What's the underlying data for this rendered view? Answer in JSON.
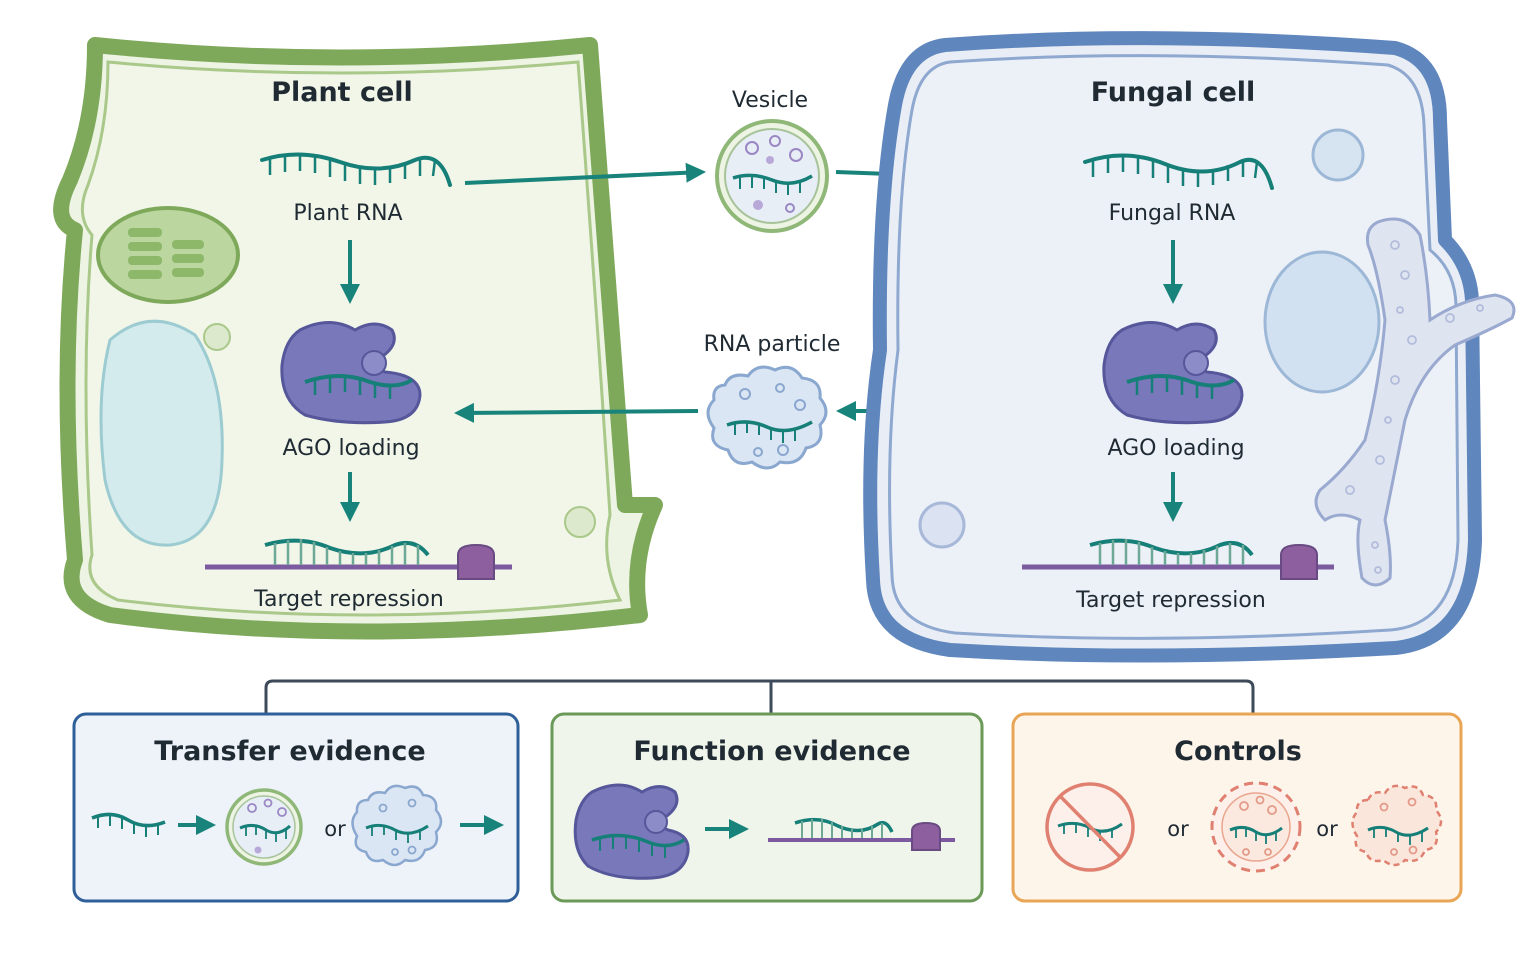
{
  "plant_cell": {
    "title": "Plant cell",
    "rna_label": "Plant RNA",
    "ago_label": "AGO loading",
    "target_label": "Target repression"
  },
  "fungal_cell": {
    "title": "Fungal cell",
    "rna_label": "Fungal RNA",
    "ago_label": "AGO loading",
    "target_label": "Target repression"
  },
  "carriers": {
    "vesicle_label": "Vesicle",
    "particle_label": "RNA particle"
  },
  "evidence": {
    "transfer": {
      "title": "Transfer evidence",
      "or_label": "or"
    },
    "function": {
      "title": "Function evidence"
    },
    "controls": {
      "title": "Controls",
      "or_label_1": "or",
      "or_label_2": "or"
    }
  },
  "colors": {
    "plant_wall": "#7fa95a",
    "plant_fill": "#eef4e4",
    "fungal_wall": "#5f86bd",
    "fungal_fill": "#e9eef6",
    "rna": "#157f78",
    "arrow": "#17837a",
    "ago": "#6e6fb3",
    "target": "#7b5aa0",
    "transfer_border": "#2f5f99",
    "function_border": "#6b9a58",
    "controls_border": "#e9a556",
    "control_red": "#e08070"
  }
}
